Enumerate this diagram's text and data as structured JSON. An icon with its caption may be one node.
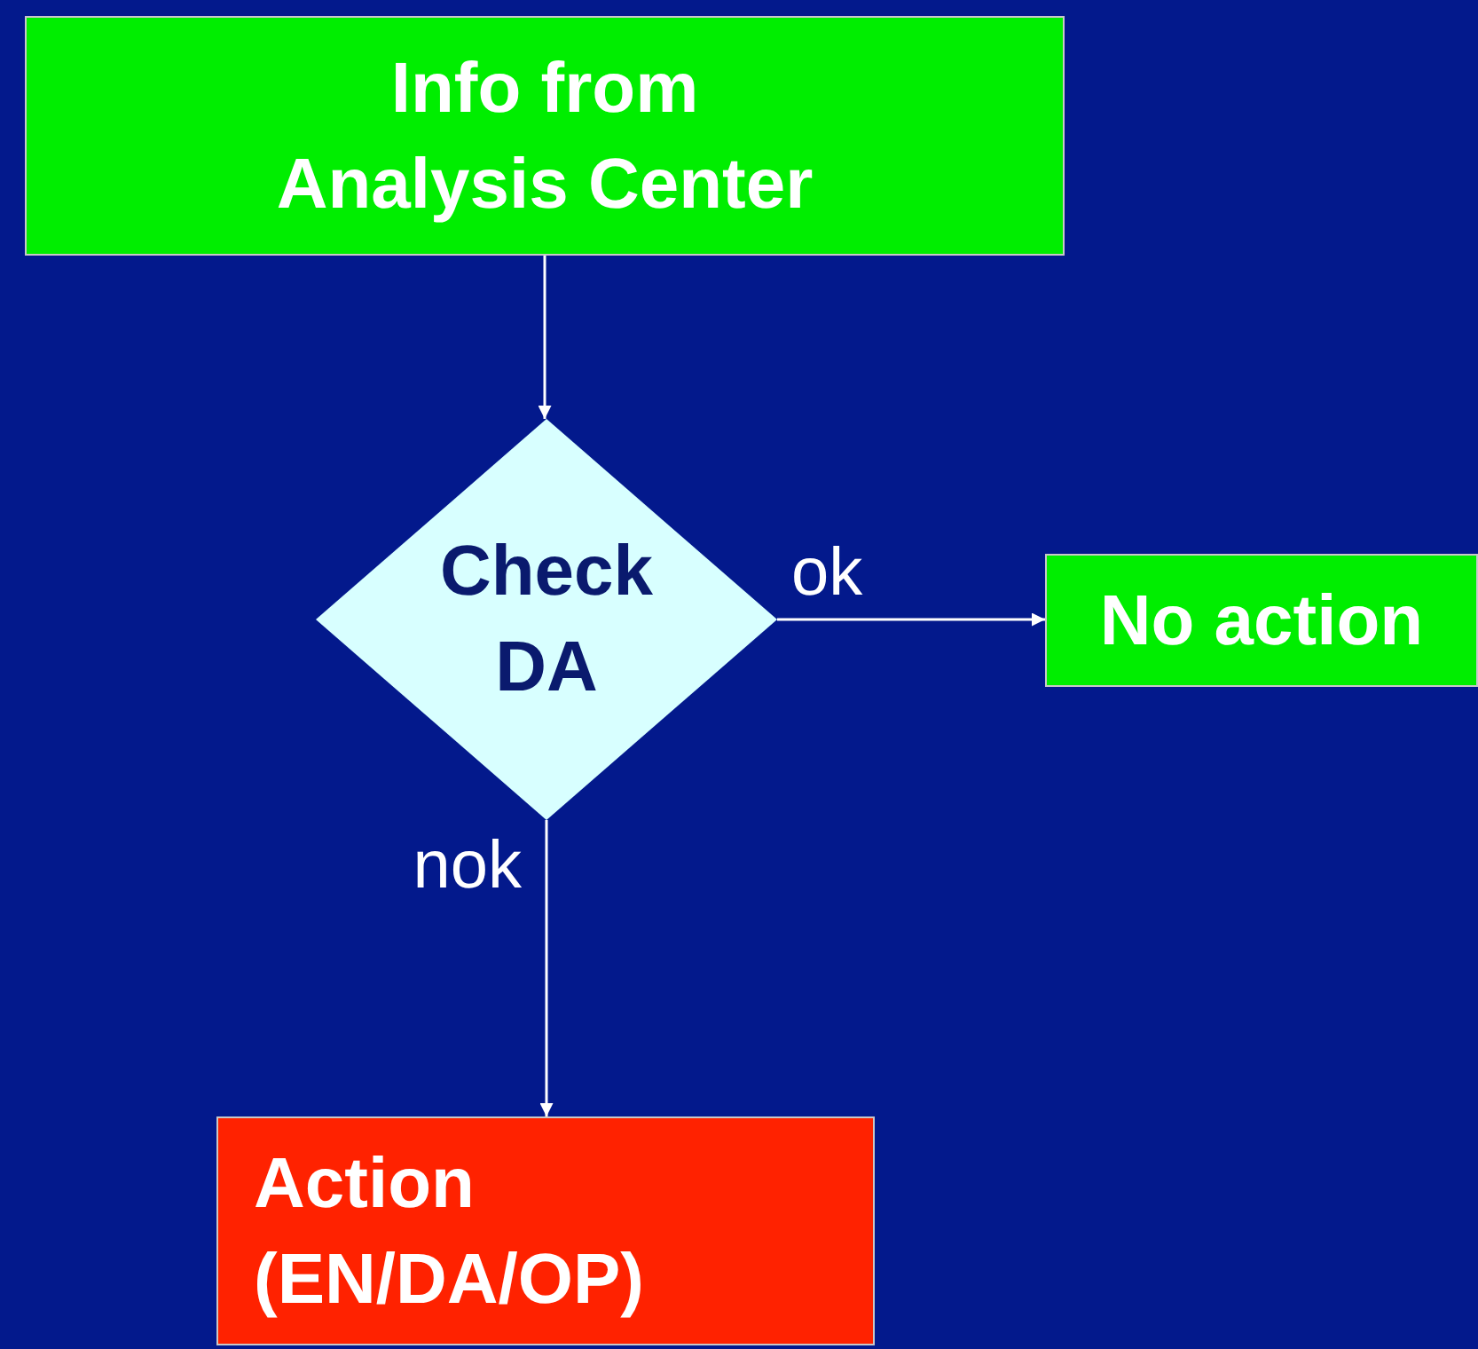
{
  "diagram": {
    "nodes": [
      {
        "text": [
          "Info from Analysis Center"
        ]
      },
      {
        "text": [
          "Check DA"
        ]
      },
      {
        "text": [
          "No action"
        ]
      },
      {
        "text": [
          "Action (EN/DA/OP)"
        ]
      }
    ],
    "edges": [
      {
        "from": 0,
        "to": 1,
        "arrow": "to"
      },
      {
        "from": 1,
        "to": 2,
        "arrow": "to",
        "label": "ok"
      },
      {
        "from": 1,
        "to": 3,
        "arrow": "to",
        "label": "nok"
      }
    ]
  }
}
